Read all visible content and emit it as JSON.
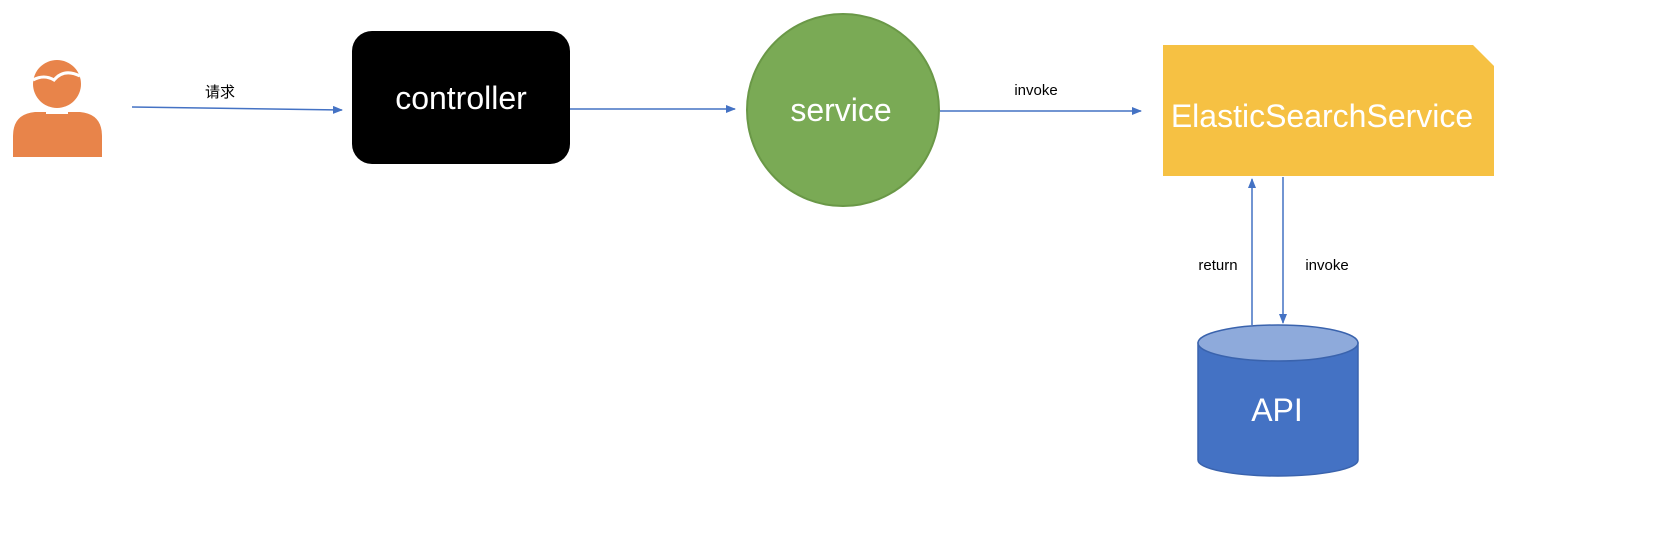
{
  "nodes": {
    "controller": {
      "label": "controller",
      "color": "#000000"
    },
    "service": {
      "label": "service",
      "color": "#7aaa55"
    },
    "es_service": {
      "label": "ElasticSearchService",
      "color": "#f6c143"
    },
    "api": {
      "label": "API",
      "color": "#4472c4",
      "top_color": "#8eaadb"
    },
    "user": {
      "icon": "user-icon",
      "color": "#e8844a"
    }
  },
  "edges": {
    "user_to_controller": {
      "label": "请求"
    },
    "service_to_es": {
      "label": "invoke"
    },
    "es_to_api": {
      "label": "invoke"
    },
    "api_to_es": {
      "label": "return"
    }
  },
  "arrow_color": "#4472c4"
}
